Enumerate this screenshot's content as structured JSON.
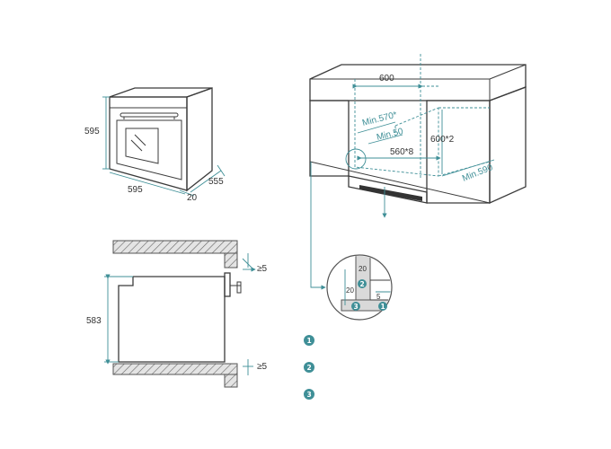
{
  "oven_dims": {
    "height": "595",
    "width": "595",
    "depth": "555",
    "front": "20"
  },
  "cabinet_dims": {
    "top_width": "600",
    "min_width": "Min.570*",
    "min_gap": "Min.50",
    "inner_width": "560*8",
    "height": "600*2",
    "min_depth": "Min.590"
  },
  "section_dims": {
    "height": "583",
    "top_gap": "≥5",
    "bottom_gap": "≥5"
  },
  "detail_dims": {
    "v1": "20",
    "v2": "20",
    "h1": "5"
  },
  "badges": {
    "one": "1",
    "two": "2",
    "three": "3"
  },
  "legend": [
    {
      "number": "1",
      "text": ""
    },
    {
      "number": "2",
      "text": ""
    },
    {
      "number": "3",
      "text": ""
    }
  ],
  "colors": {
    "accent": "#3f8f97",
    "line": "#3b3b3b",
    "hatch": "#d9d9d9"
  }
}
